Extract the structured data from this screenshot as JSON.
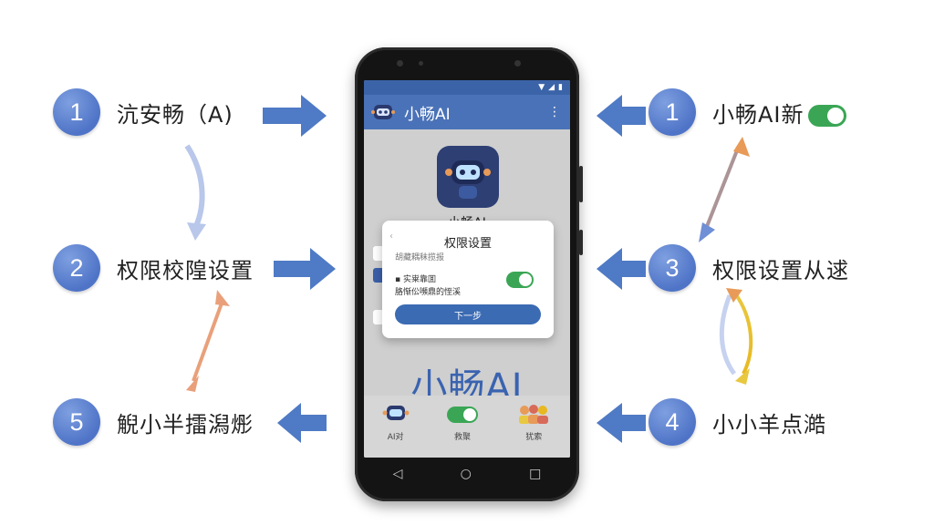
{
  "steps_left": [
    {
      "num": "1",
      "label": "沆安畅（A)"
    },
    {
      "num": "2",
      "label": "权限校隍设置"
    },
    {
      "num": "5",
      "label": "觬小半擂潟烿"
    }
  ],
  "steps_right": [
    {
      "num": "1",
      "label": "小畅AI新"
    },
    {
      "num": "3",
      "label": "权限设置从逑"
    },
    {
      "num": "4",
      "label": "小小羊点澔"
    }
  ],
  "phone": {
    "app_title": "小畅AI",
    "app_name": "小畅AI",
    "big_title": "小畅AI",
    "nav": [
      {
        "label": "AI对",
        "icon": "robot-icon"
      },
      {
        "label": "救聚",
        "icon": "toggle-icon"
      },
      {
        "label": "犹索",
        "icon": "people-icon"
      }
    ]
  },
  "dialog": {
    "title": "权限设置",
    "subtitle": "胡藏耦秣揽报",
    "row1": "实粜靠囬",
    "row2": "胳惭伀嚬鼎的恎溪",
    "button": "下一步"
  },
  "colors": {
    "badge": "#4f74c7",
    "arrow": "#4f7ac5",
    "toggle": "#3aa655",
    "brand": "#3a63b0"
  }
}
